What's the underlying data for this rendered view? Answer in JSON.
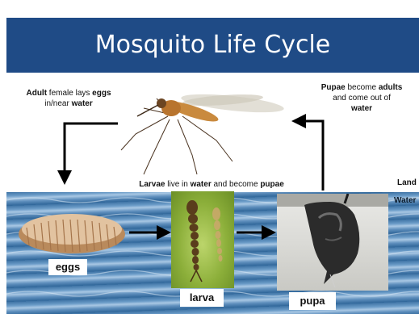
{
  "title": "Mosquito Life Cycle",
  "captions": {
    "adult": {
      "bold1": "Adult",
      "text1": " female lays ",
      "bold2": "eggs",
      "text2": " in/near ",
      "bold3": "water"
    },
    "pupae": {
      "bold1": "Pupae",
      "text1": " become ",
      "bold2": "adults",
      "text2": " and come out of ",
      "bold3": "water"
    },
    "larvae": {
      "bold1": "Larvae",
      "text1": " live in ",
      "bold2": "water",
      "text2": " and become ",
      "bold3": "pupae"
    }
  },
  "edge_labels": {
    "land": "Land",
    "water": "Water"
  },
  "stages": {
    "eggs": "eggs",
    "larva": "larva",
    "pupa": "pupa"
  },
  "colors": {
    "title_bar": "#1f4b86",
    "water": "#4a7fb2",
    "arrow": "#000000"
  },
  "icons": [
    "mosquito-image",
    "eggs-image",
    "larva-image",
    "pupa-image"
  ]
}
